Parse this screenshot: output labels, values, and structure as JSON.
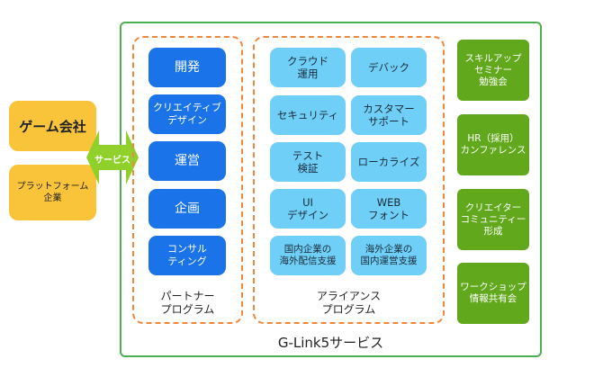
{
  "left": {
    "game_company": "ゲーム会社",
    "platform_company": "プラットフォーム\n企業"
  },
  "arrow_label": "サービス",
  "partner": {
    "label": "パートナー\nプログラム",
    "items": [
      "開発",
      "クリエイティブ\nデザイン",
      "運営",
      "企画",
      "コンサル\nティング"
    ]
  },
  "alliance": {
    "label": "アライアンス\nプログラム",
    "items": [
      "クラウド\n運用",
      "デバック",
      "セキュリティ",
      "カスタマー\nサポート",
      "テスト\n検証",
      "ローカライズ",
      "UI\nデザイン",
      "WEB\nフォント",
      "国内企業の\n海外配信支援",
      "海外企業の\n国内運営支援"
    ]
  },
  "events": [
    "スキルアップ\nセミナー\n勉強会",
    "HR（採用）\nカンファレンス",
    "クリエイター\nコミュニティー\n形成",
    "ワークショップ\n情報共有会"
  ],
  "frame_title": "G-Link5サービス",
  "colors": {
    "frame": "#4caf50",
    "dashed": "#f0883c",
    "partner_box": "#1a73e8",
    "alliance_box": "#6fcff6",
    "event_box": "#62a81c",
    "client_box": "#f9c43a",
    "arrow": "#8fd12a"
  }
}
